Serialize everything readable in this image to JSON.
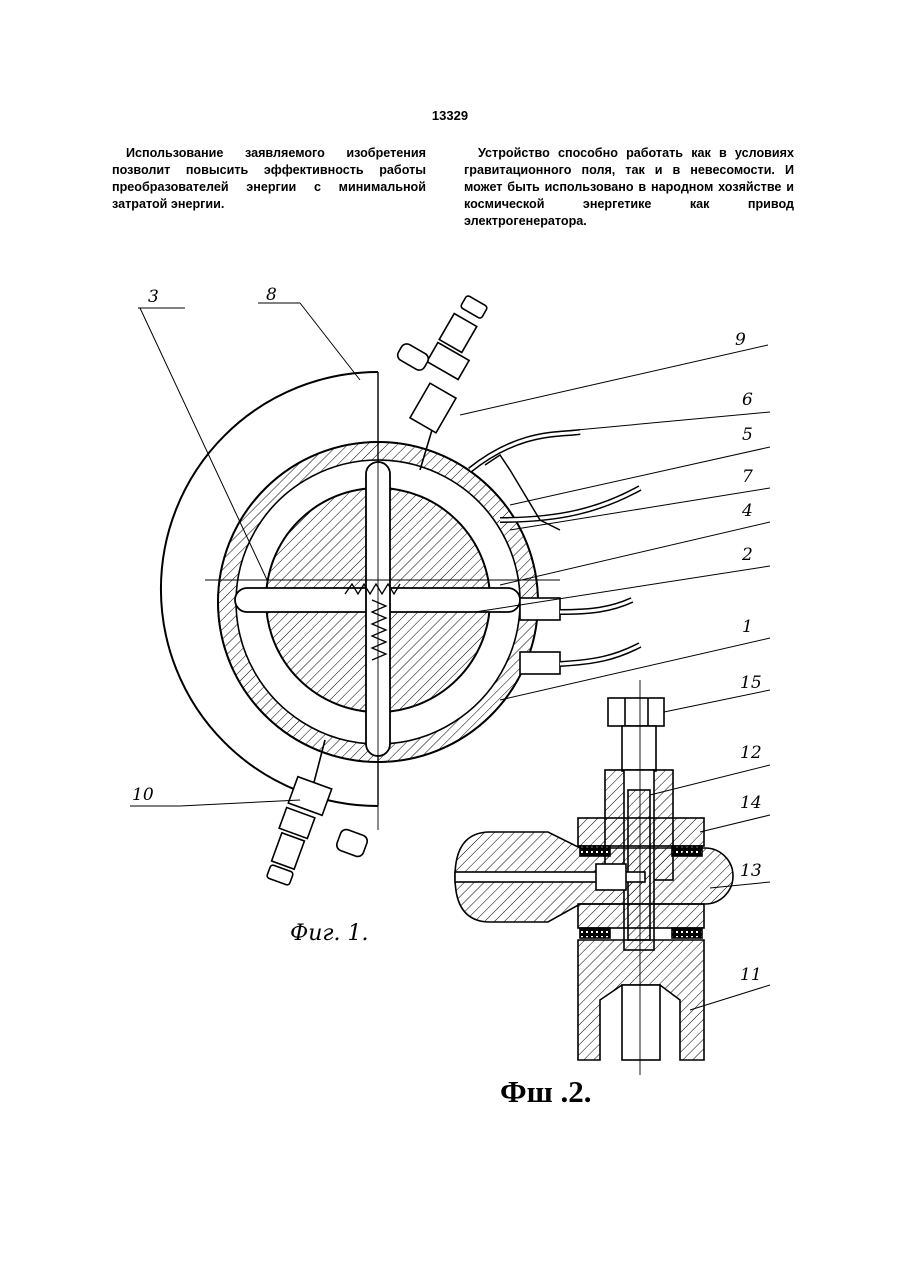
{
  "page": {
    "number": "13329",
    "left_column": "Использование заявляемого изобретения позволит повысить эффективность работы преобразователей энергии с минимальной затратой энергии.",
    "right_column": "Устройство способно работать как в условиях гравитационного поля, так и в невесомости. И может быть использовано в народном хозяйстве и космической энергетике как привод электрогенератора."
  },
  "figure1": {
    "caption": "Фиг. 1.",
    "labels": {
      "l1": "1",
      "l2": "2",
      "l3": "3",
      "l4": "4",
      "l5": "5",
      "l6": "6",
      "l7": "7",
      "l8": "8",
      "l9": "9",
      "l10": "10"
    }
  },
  "figure2": {
    "caption": "Фш .2.",
    "labels": {
      "l11": "11",
      "l12": "12",
      "l13": "13",
      "l14": "14",
      "l15": "15"
    }
  },
  "colors": {
    "ink": "#000000",
    "paper": "#ffffff"
  }
}
